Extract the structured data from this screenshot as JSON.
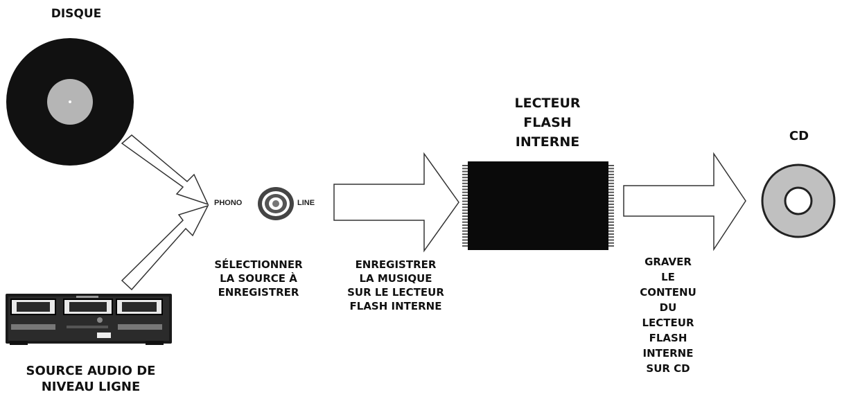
{
  "labels": {
    "disque": "DISQUE",
    "source_audio": "SOURCE AUDIO DE\nNIVEAU LIGNE",
    "selectionner": "SÉLECTIONNER\nLA SOURCE À\nENREGISTRER",
    "enregistrer": "ENREGISTRER\nLA MUSIQUE\nSUR LE LECTEUR\nFLASH INTERNE",
    "lecteur_flash": "LECTEUR\nFLASH\nINTERNE",
    "graver": "GRAVER\nLE\nCONTENU\nDU\nLECTEUR\nFLASH\nINTERNE\nSUR CD",
    "cd": "CD"
  },
  "switch": {
    "phono": "PHONO",
    "line": "LINE"
  },
  "colors": {
    "vinyl": "#111111",
    "vinyl_label": "#b5b5b5",
    "chip": "#0a0a0a",
    "cd_disc": "#c0c0c0",
    "arrow_fill": "#ffffff",
    "arrow_stroke": "#333333"
  },
  "icons": [
    "vinyl-record-icon",
    "cassette-deck-icon",
    "phono-line-switch-icon",
    "flash-chip-icon",
    "cd-icon"
  ]
}
